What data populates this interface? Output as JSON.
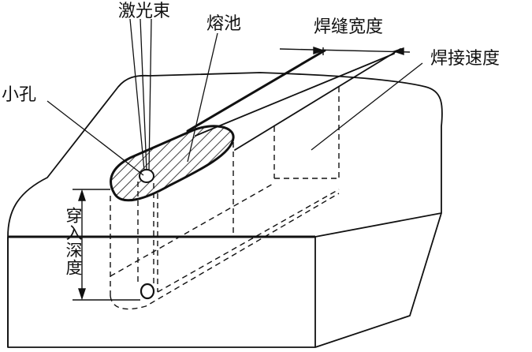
{
  "labels": {
    "laser_beam": "激光束",
    "weld_pool": "熔池",
    "weld_width": "焊缝宽度",
    "weld_speed": "焊接速度",
    "keyhole": "小孔",
    "penetration_depth": "穿入深度"
  },
  "colors": {
    "ink": "#111111",
    "background": "#ffffff"
  }
}
